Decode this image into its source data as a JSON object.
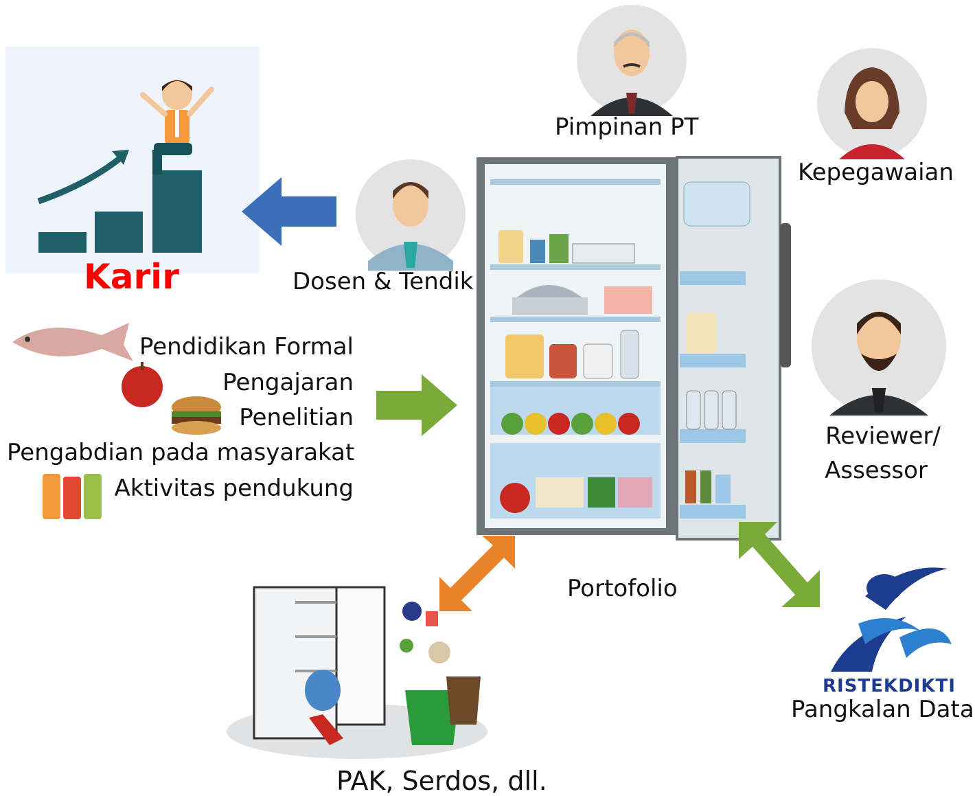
{
  "career": {
    "label": "Karir",
    "label_color": "#ff0000"
  },
  "people": {
    "dosen": "Dosen & Tendik",
    "pimpinan": "Pimpinan PT",
    "kepegawaian": "Kepegawaian",
    "reviewer_line1": "Reviewer/",
    "reviewer_line2": "Assessor"
  },
  "activities": [
    "Pendidikan Formal",
    "Pengajaran",
    "Penelitian",
    "Pengabdian pada masyarakat",
    "Aktivitas pendukung"
  ],
  "center_label": "Portofolio",
  "bottom_label": "PAK, Serdos, dll.",
  "database": {
    "logo_text": "RISTEKDIKTI",
    "label": "Pangkalan Data"
  },
  "icons": {
    "career_illustration": "career-growth-icon",
    "arrow_blue": "arrow-left-icon",
    "arrow_green": "arrow-right-icon",
    "arrow_orange": "double-arrow-icon",
    "arrow_green_double": "double-arrow-icon",
    "fridge": "refrigerator-icon",
    "messy_fridge": "messy-fridge-icon"
  },
  "colors": {
    "career_red": "#ff0000",
    "arrow_blue": "#3b6fba",
    "arrow_green": "#7aab3a",
    "arrow_orange": "#e8832a",
    "teal": "#1f5f68",
    "ristek_blue": "#1d3c8f"
  }
}
